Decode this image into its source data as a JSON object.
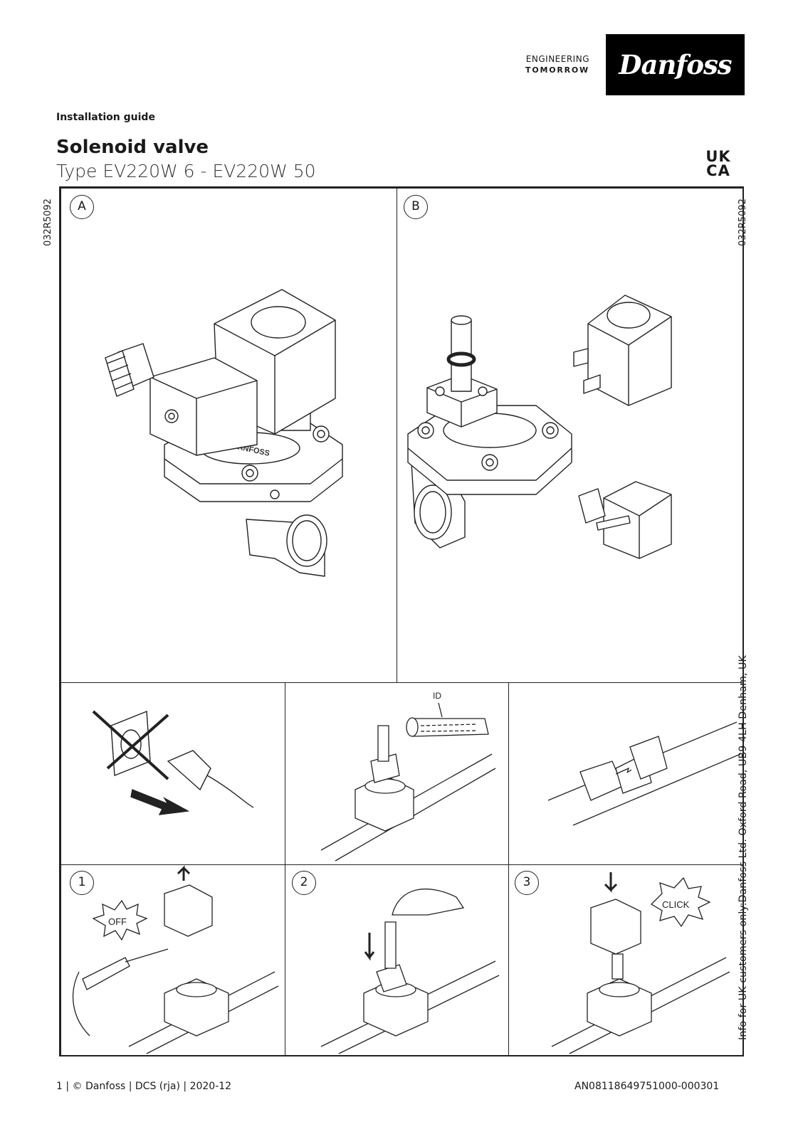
{
  "brand": {
    "tagline_line1": "ENGINEERING",
    "tagline_line2": "TOMORROW",
    "logo_text": "Danfoss"
  },
  "header": {
    "doc_type": "Installation guide",
    "title": "Solenoid valve",
    "subtitle": "Type EV220W 6 - EV220W 50",
    "ukca_top": "UK",
    "ukca_bottom": "CA"
  },
  "side": {
    "code_left": "032R5092",
    "code_right": "032R5092",
    "uk_info": "Info for UK customers only:Danfoss Ltd. Oxford Road, UB9 4LH Denham, UK"
  },
  "panels": {
    "a_label": "A",
    "b_label": "B",
    "id_label": "ID",
    "step1": "1",
    "step2": "2",
    "step3": "3",
    "off_label": "OFF",
    "click_label": "CLICK",
    "valve_stamp": "DANFOSS"
  },
  "footer": {
    "left": "1 | © Danfoss | DCS (rja) | 2020-12",
    "right": "AN08118649751000-000301"
  }
}
